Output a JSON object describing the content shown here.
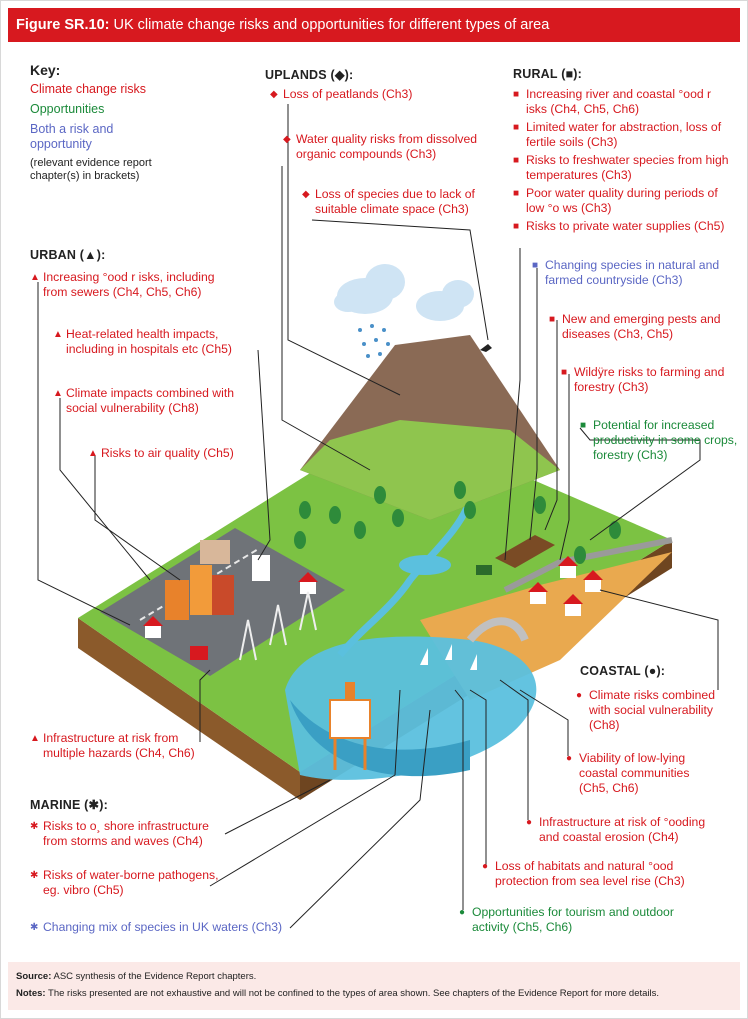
{
  "title": {
    "prefix": "Figure SR.10:",
    "text": "UK climate change risks and opportunities for different types of area"
  },
  "key": {
    "title": "Key:",
    "risks": "Climate change risks",
    "opportunities": "Opportunities",
    "both": "Both a risk and opportunity",
    "note": "(relevant evidence report chapter(s) in brackets)"
  },
  "uplands": {
    "heading": "UPLANDS (◆):",
    "items": [
      "Loss of peatlands (Ch3)",
      "Water quality risks from dissolved organic compounds (Ch3)",
      "Loss of species due to lack of suitable climate space (Ch3)"
    ]
  },
  "rural": {
    "heading": "RURAL (■):",
    "items": [
      "Increasing river and coastal °ood r isks (Ch4, Ch5, Ch6)",
      "Limited water for abstraction, loss of fertile soils (Ch3)",
      "Risks to freshwater species from high temperatures (Ch3)",
      "Poor water quality during periods of low °o ws (Ch3)",
      "Risks to private water supplies (Ch5)"
    ],
    "both_item": "Changing species in natural and farmed countryside (Ch3)",
    "pests": "New and emerging pests and diseases (Ch3, Ch5)",
    "wildfire": "Wildÿre risks to farming and forestry (Ch3)",
    "opportunity": "Potential for increased productivity in some crops, forestry (Ch3)"
  },
  "urban": {
    "heading": "URBAN (▲):",
    "items": [
      "Increasing °ood r isks, including from sewers (Ch4, Ch5, Ch6)",
      "Heat-related health impacts, including in hospitals etc (Ch5)",
      "Climate impacts combined with social vulnerability (Ch8)",
      "Risks to air quality (Ch5)",
      "Infrastructure at risk from multiple hazards (Ch4, Ch6)"
    ]
  },
  "coastal": {
    "heading": "COASTAL (●):",
    "items": [
      "Climate risks combined with social vulnerability (Ch8)",
      "Viability of low-lying coastal communities (Ch5, Ch6)",
      "Infrastructure at risk of °ooding and coastal erosion (Ch4)",
      "Loss of habitats and natural °ood protection from sea level rise (Ch3)"
    ],
    "opportunity": "Opportunities for tourism and outdoor activity (Ch5, Ch6)"
  },
  "marine": {
    "heading": "MARINE (✱):",
    "items": [
      "Risks to o¸ shore infrastructure from storms and waves (Ch4)",
      "Risks of water-borne pathogens, eg. vibro (Ch5)"
    ],
    "both_item": "Changing mix of species in UK waters (Ch3)"
  },
  "footer": {
    "source_label": "Source:",
    "source_text": "ASC synthesis of the Evidence Report chapters.",
    "notes_label": "Notes:",
    "notes_text": "The risks presented are not exhaustive and will not be confined to the types of area shown. See chapters of the Evidence Report for more details."
  },
  "colors": {
    "risk": "#d7191f",
    "opportunity": "#1b8a3a",
    "both": "#5b67c4",
    "title_bar": "#d7191f",
    "grass": "#7cc243",
    "soil": "#8b5a2b",
    "sea": "#5bc0de",
    "sand": "#e9a94f",
    "mountain": "#8a6a55"
  },
  "symbols": {
    "uplands": "◆",
    "rural": "■",
    "urban": "▲",
    "coastal": "●",
    "marine": "✱"
  }
}
